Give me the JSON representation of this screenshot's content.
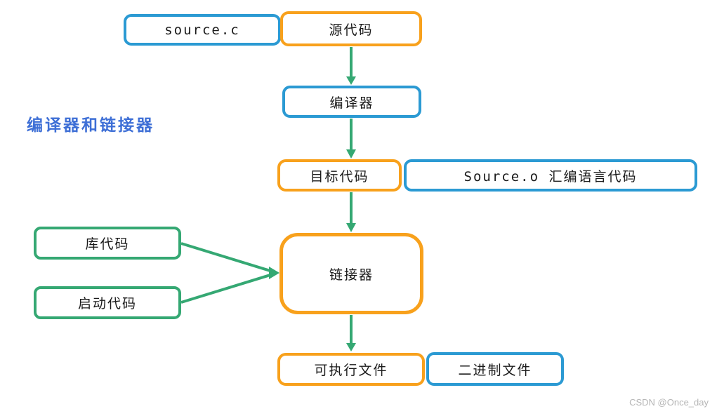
{
  "diagram": {
    "title_label": "编译器和链接器",
    "watermark": "CSDN @Once_day"
  },
  "colors": {
    "blue": "#2b9ad3",
    "orange": "#f8a11c",
    "green": "#35a873",
    "title": "#3e6fd6",
    "watermark": "#b5b5b5",
    "text": "#1a1a1a"
  },
  "nodes": [
    {
      "id": "source-c",
      "label": "source.c",
      "color": "blue"
    },
    {
      "id": "source-code",
      "label": "源代码",
      "color": "orange"
    },
    {
      "id": "compiler",
      "label": "编译器",
      "color": "blue"
    },
    {
      "id": "object-code",
      "label": "目标代码",
      "color": "orange"
    },
    {
      "id": "source-o",
      "label": "Source.o 汇编语言代码",
      "color": "blue"
    },
    {
      "id": "linker",
      "label": "链接器",
      "color": "orange"
    },
    {
      "id": "library-code",
      "label": "库代码",
      "color": "green"
    },
    {
      "id": "startup-code",
      "label": "启动代码",
      "color": "green"
    },
    {
      "id": "executable",
      "label": "可执行文件",
      "color": "orange"
    },
    {
      "id": "binary-file",
      "label": "二进制文件",
      "color": "blue"
    }
  ],
  "edges": [
    {
      "from": "源代码",
      "to": "编译器"
    },
    {
      "from": "编译器",
      "to": "目标代码"
    },
    {
      "from": "目标代码",
      "to": "链接器"
    },
    {
      "from": "库代码",
      "to": "链接器"
    },
    {
      "from": "启动代码",
      "to": "链接器"
    },
    {
      "from": "链接器",
      "to": "可执行文件"
    }
  ]
}
